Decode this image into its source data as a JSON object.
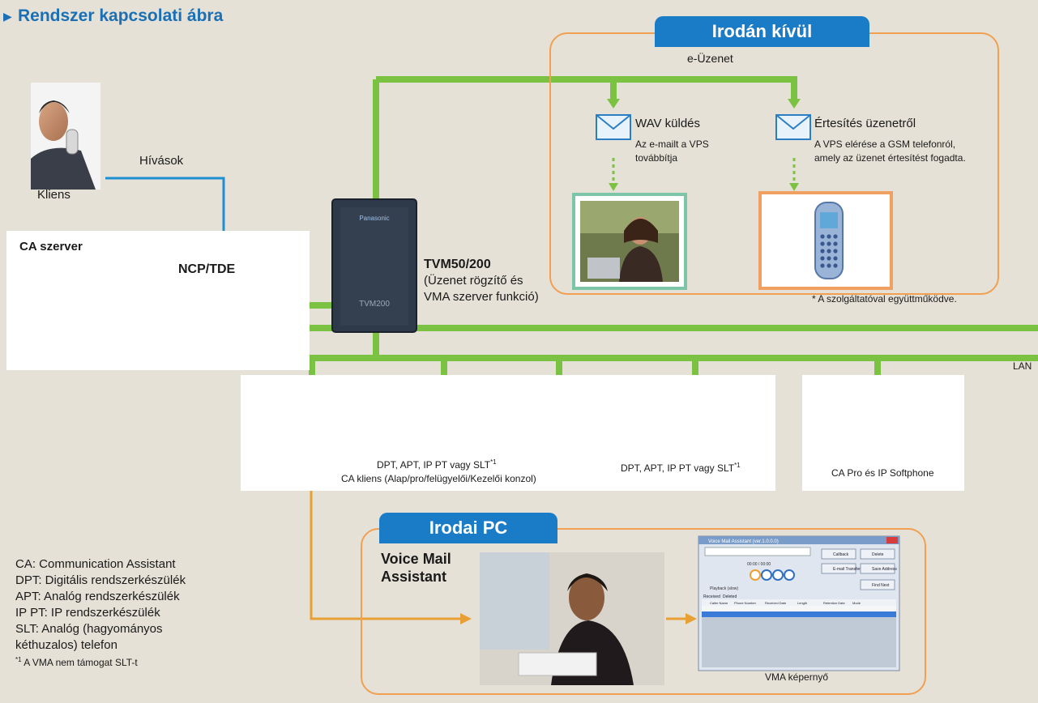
{
  "title": "Rendszer kapcsolati ábra",
  "regions": {
    "outside": "Irodán kívül",
    "office_pc": "Irodai PC"
  },
  "labels": {
    "e_message": "e-Üzenet",
    "wav": "WAV küldés",
    "wav_desc_1": "Az e-mailt a VPS",
    "wav_desc_2": "továbbítja",
    "notify": "Értesítés üzenetről",
    "notify_desc_1": "A VPS elérése a GSM telefonról,",
    "notify_desc_2": "amely az üzenet értesítést fogadta.",
    "provider_note": "* A szolgáltatóval együttműködve.",
    "calls": "Hívások",
    "client": "Kliens",
    "ca_server": "CA szerver",
    "ncp": "NCP/TDE",
    "tvm": "TVM50/200",
    "tvm_desc_1": "(Üzenet rögzítő és",
    "tvm_desc_2": "VMA szerver funkció)",
    "lan": "LAN",
    "dpt1": "DPT, APT, IP PT vagy SLT",
    "dpt2": "DPT, APT, IP PT vagy SLT",
    "sup": "*1",
    "ca_client": "CA kliens (Alap/pro/felügyelői/Kezelői konzol)",
    "ca_pro": "CA Pro és IP Softphone",
    "vma_1": "Voice Mail",
    "vma_2": "Assistant",
    "vma_screen": "VMA képernyő",
    "device_label": "Panasonic",
    "tvm_model": "TVM200"
  },
  "legend": [
    "CA: Communication Assistant",
    "DPT: Digitális rendszerkészülék",
    "APT: Analóg rendszerkészülék",
    "IP PT: IP rendszerkészülék",
    "SLT: Analóg (hagyományos",
    "kéthuzalos) telefon"
  ],
  "footnote": {
    "mark": "*1",
    "text": " A VMA nem támogat SLT-t"
  },
  "vma_window": {
    "title": "Voice Mail Assistant (ver.1.0.0.0)",
    "time": "00:00 / 00:00",
    "playback": "Playback (slow)",
    "btn_callback": "Callback",
    "btn_delete": "Delete",
    "btn_transfer": "E-mail Transfer",
    "btn_address": "Save Address",
    "btn_find": "Find Next",
    "tab_received": "Received",
    "tab_deleted": "Deleted",
    "columns": [
      "Caller Name",
      "Phone Number",
      "Received Date",
      "Length",
      "Retention Date",
      "Mode"
    ]
  },
  "colors": {
    "green": "#7cc242",
    "orange": "#e8a035",
    "blue_pill": "#1a7bc6",
    "title_blue": "#1a6fb5",
    "region_border": "#f0a050"
  }
}
